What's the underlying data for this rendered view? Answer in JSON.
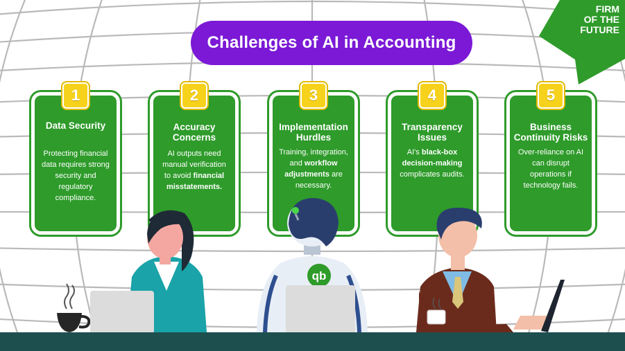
{
  "title": "Challenges of AI in Accounting",
  "logo": {
    "line1": "FIRM",
    "line2": "OF THE",
    "line3": "FUTURE",
    "color": "#2e9b2a"
  },
  "colors": {
    "title_bg": "#7b19d6",
    "card_bg": "#2e9b2a",
    "badge_bg": "#f6d21c",
    "desk": "#1e4f4f"
  },
  "robot_badge": "qb",
  "cards": [
    {
      "number": "1",
      "title": "Data Security",
      "body": [
        {
          "text": "Protecting financial data requires strong security and regulatory compliance.",
          "bold": false
        }
      ]
    },
    {
      "number": "2",
      "title": "Accuracy Concerns",
      "body": [
        {
          "text": "AI outputs need manual verification to avoid ",
          "bold": false
        },
        {
          "text": "financial misstatements.",
          "bold": true
        }
      ]
    },
    {
      "number": "3",
      "title": "Implementation Hurdles",
      "body": [
        {
          "text": "Training, integration, and ",
          "bold": false
        },
        {
          "text": "workflow adjustments",
          "bold": true
        },
        {
          "text": " are necessary.",
          "bold": false
        }
      ]
    },
    {
      "number": "4",
      "title": "Transparency Issues",
      "body": [
        {
          "text": "AI's ",
          "bold": false
        },
        {
          "text": "black-box decision-making",
          "bold": true
        },
        {
          "text": " complicates audits.",
          "bold": false
        }
      ]
    },
    {
      "number": "5",
      "title": "Business Continuity Risks",
      "body": [
        {
          "text": "Over-reliance on AI can disrupt operations if technology fails.",
          "bold": false
        }
      ]
    }
  ]
}
